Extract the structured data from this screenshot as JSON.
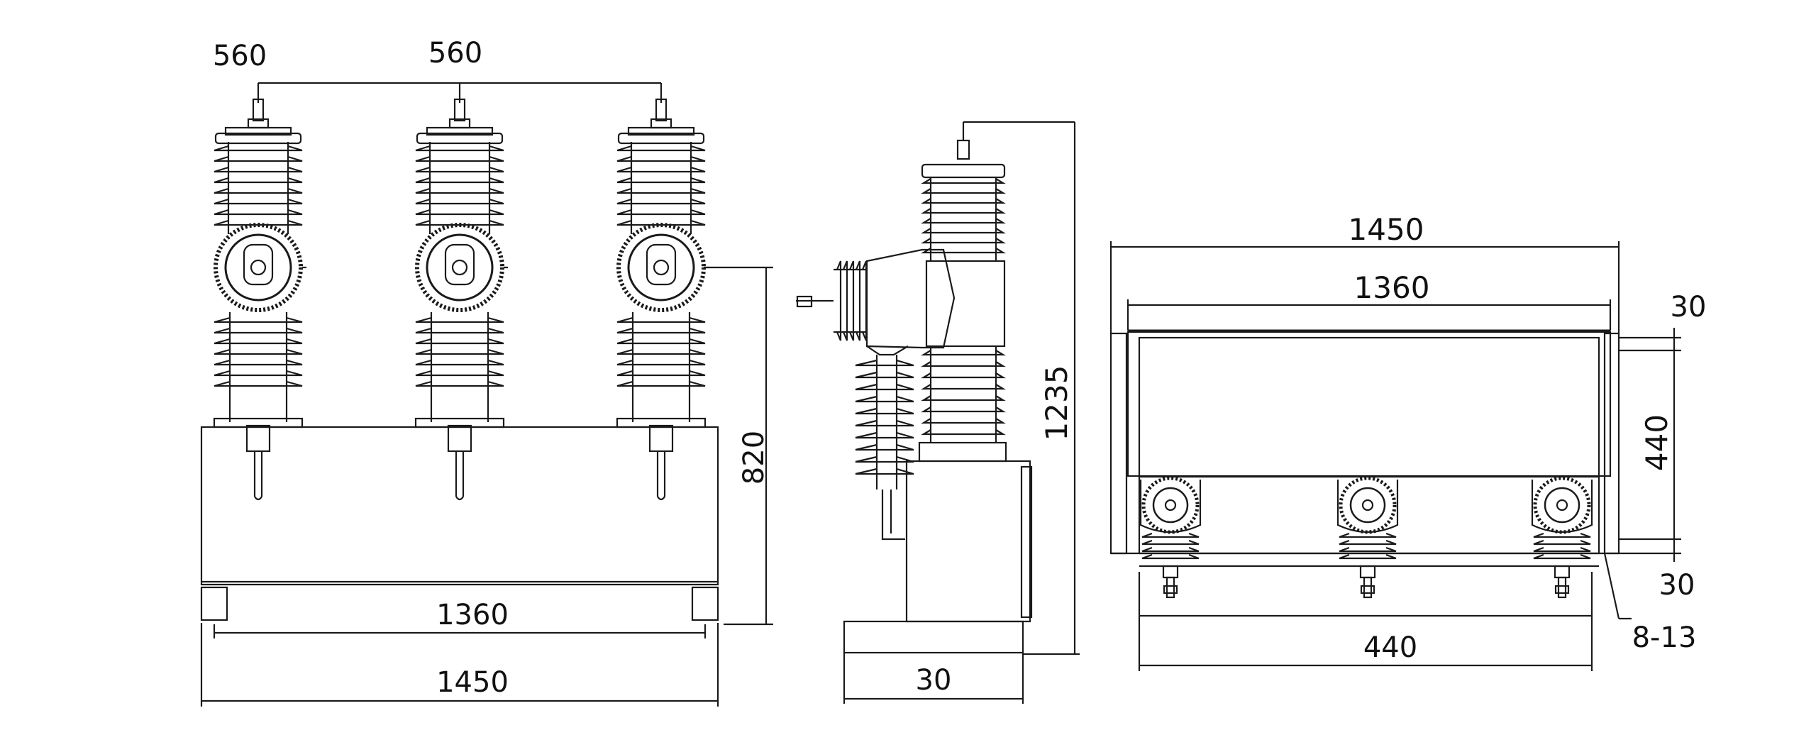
{
  "colors": {
    "line": "#1a1a1a",
    "paper": "#ffffff"
  },
  "front_view": {
    "dim_pole_left": "560",
    "dim_pole_right": "560",
    "dim_height": "820",
    "dim_inner_width": "1360",
    "dim_outer_width": "1450"
  },
  "side_view": {
    "dim_height": "1235",
    "dim_base": "30"
  },
  "top_view": {
    "dim_outer_width": "1450",
    "dim_inner_width": "1360",
    "dim_top_offset": "30",
    "dim_depth": "440",
    "dim_bottom_offset": "30",
    "dim_hole_spacing": "440",
    "dim_holes": "8-13"
  }
}
